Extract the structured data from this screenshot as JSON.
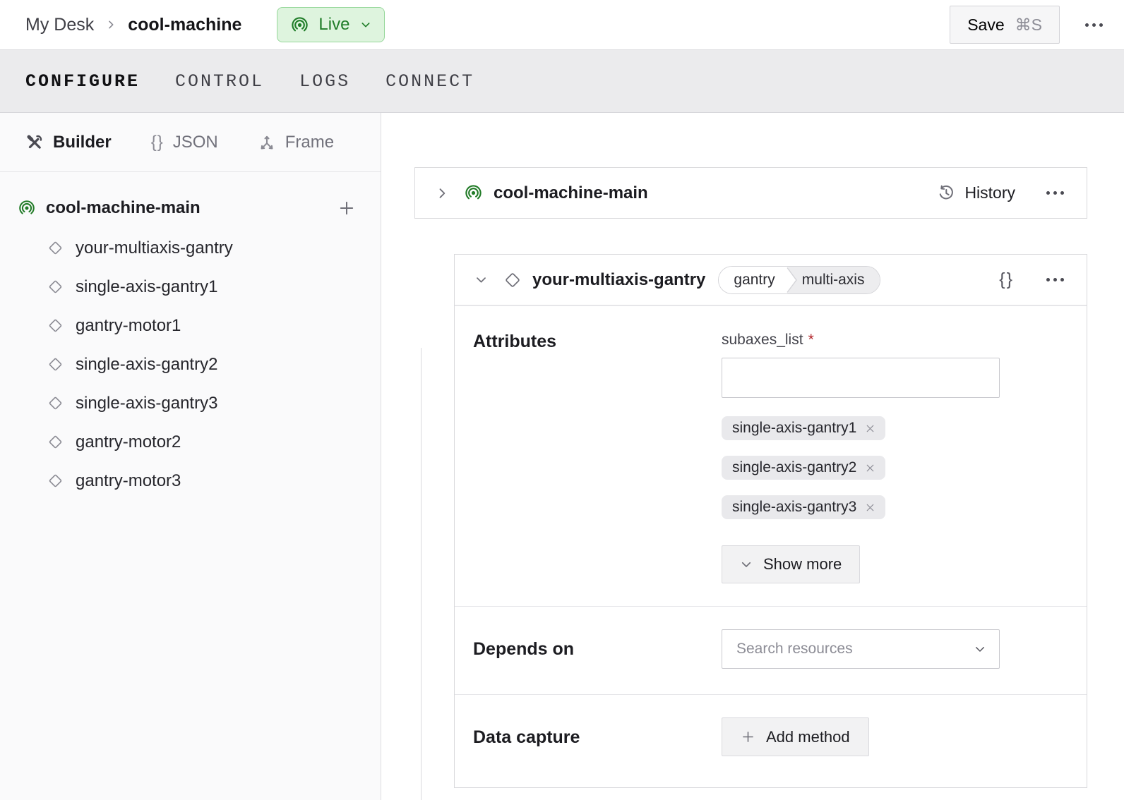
{
  "header": {
    "breadcrumb": {
      "parent": "My Desk",
      "current": "cool-machine"
    },
    "live": {
      "label": "Live"
    },
    "save": {
      "label": "Save",
      "shortcut": "⌘S"
    }
  },
  "tabs": [
    {
      "label": "CONFIGURE",
      "active": true
    },
    {
      "label": "CONTROL",
      "active": false
    },
    {
      "label": "LOGS",
      "active": false
    },
    {
      "label": "CONNECT",
      "active": false
    }
  ],
  "sidebar": {
    "views": [
      {
        "label": "Builder",
        "active": true
      },
      {
        "label": "JSON",
        "active": false
      },
      {
        "label": "Frame",
        "active": false
      }
    ],
    "tree": {
      "root": "cool-machine-main",
      "items": [
        {
          "label": "your-multiaxis-gantry"
        },
        {
          "label": "single-axis-gantry1"
        },
        {
          "label": "gantry-motor1"
        },
        {
          "label": "single-axis-gantry2"
        },
        {
          "label": "single-axis-gantry3"
        },
        {
          "label": "gantry-motor2"
        },
        {
          "label": "gantry-motor3"
        }
      ]
    }
  },
  "main": {
    "machine_card": {
      "title": "cool-machine-main",
      "history": "History"
    },
    "component_card": {
      "title": "your-multiaxis-gantry",
      "braces": "{}",
      "tags": [
        {
          "label": "gantry"
        },
        {
          "label": "multi-axis"
        }
      ],
      "attributes": {
        "label": "Attributes",
        "field_label": "subaxes_list",
        "required_marker": "*",
        "input_value": "",
        "chips": [
          {
            "label": "single-axis-gantry1"
          },
          {
            "label": "single-axis-gantry2"
          },
          {
            "label": "single-axis-gantry3"
          }
        ],
        "show_more": "Show more"
      },
      "depends_on": {
        "label": "Depends on",
        "placeholder": "Search resources"
      },
      "data_capture": {
        "label": "Data capture",
        "add_method": "Add method"
      }
    }
  },
  "icons": {
    "json_braces": "{}"
  },
  "colors": {
    "green": "#217b27",
    "green_bg": "#def4de",
    "green_border": "#96d79a",
    "required_red": "#b3282d",
    "tab_bg": "#ebebed",
    "card_border": "#d9d9dc"
  }
}
